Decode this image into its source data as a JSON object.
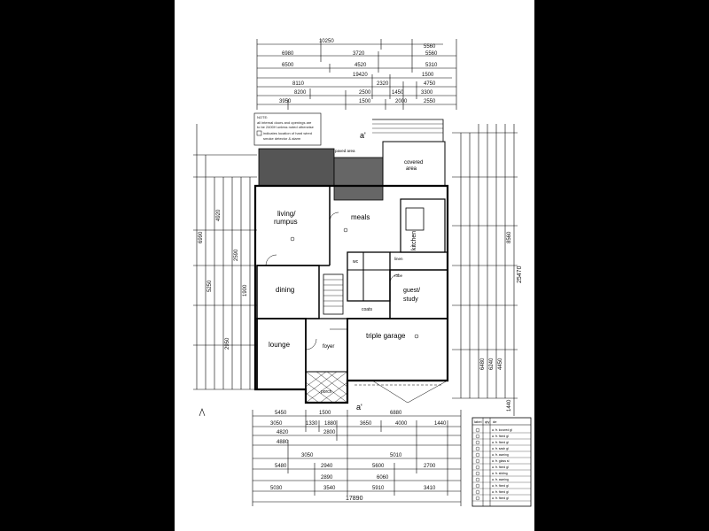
{
  "rooms": {
    "living": "living/",
    "rumpus": "rumpus",
    "meals": "meals",
    "kitchen": "kitchen",
    "dining": "dining",
    "lounge": "lounge",
    "foyer": "foyer",
    "triple_garage": "triple garage",
    "guest": "guest/",
    "study": "study",
    "porch": "porch",
    "covered_area": "covered",
    "covered_area2": "area",
    "coats": "coats",
    "wc": "wc",
    "linen": "linen",
    "robe": "robe",
    "paved_area": "paved area"
  },
  "top_dims": {
    "row1": [
      "10250"
    ],
    "row1b": [
      "5560"
    ],
    "row2": [
      "6980",
      "3720",
      "5560"
    ],
    "row3": [
      "6500",
      "4520",
      "5310"
    ],
    "row4": [
      "19420"
    ],
    "row4b": [
      "1500"
    ],
    "row5": [
      "8110",
      "2320",
      "4750"
    ],
    "row6": [
      "8200",
      "2500",
      "1450",
      "3300"
    ],
    "row7": [
      "3950",
      "1500",
      "2000",
      "2550"
    ]
  },
  "bottom_dims": {
    "row1": [
      "5450",
      "1500",
      "6880"
    ],
    "row2": [
      "3050",
      "1330",
      "1880",
      "3650",
      "4000",
      "1440"
    ],
    "row3": [
      "4820",
      "2800"
    ],
    "row4": [
      "4880"
    ],
    "row5": [
      "3050",
      "5010"
    ],
    "row6": [
      "5480",
      "2940",
      "5600",
      "2700"
    ],
    "row7": [
      "2890",
      "6060"
    ],
    "row8": [
      "5030",
      "3540",
      "5910",
      "3410"
    ],
    "total": "17890"
  },
  "right_dims": {
    "total": "25470",
    "a": "8560",
    "b": "6480",
    "c": "6240",
    "d": "4450",
    "e": "1440"
  },
  "left_dims": {
    "a": "6990",
    "b": "5250",
    "c": "4920",
    "d": "2950",
    "e": "2590",
    "f": "1900"
  },
  "section_marks": [
    "a'",
    "a'"
  ],
  "notes": {
    "note_title": "NOTE:",
    "note1": "all internal doors and openings are",
    "note2": "to be 2400H unless noted otherwise",
    "note3": "indicates location of hard wired",
    "note4": "smoke detector & alarm"
  },
  "schedule_header": [
    "label",
    "qty",
    "de"
  ],
  "schedule_rows": [
    "a. fr. louvred gl",
    "a. fr. fixed gl",
    "a. fr. fixed gl",
    "a. fr. sash gl",
    "a. fr. awning",
    "a. fr. glass sl",
    "a. fr. fixed gl",
    "a. fr. sliding",
    "a. fr. awning",
    "a. fr. fixed gl",
    "a. fr. fixed gl",
    "a. fr. fixed gl"
  ]
}
